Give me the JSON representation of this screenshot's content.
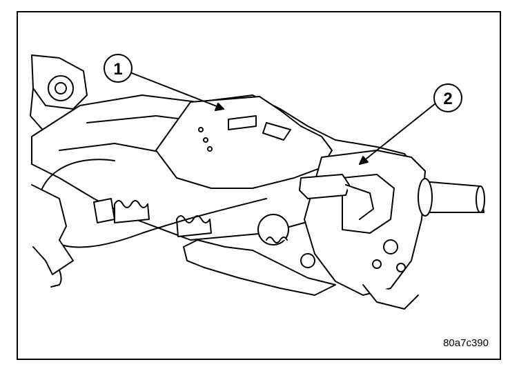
{
  "callouts": [
    {
      "label": "1"
    },
    {
      "label": "2"
    }
  ],
  "figure_code": "80a7c390",
  "colors": {
    "ink": "#000000",
    "paper": "#ffffff"
  }
}
